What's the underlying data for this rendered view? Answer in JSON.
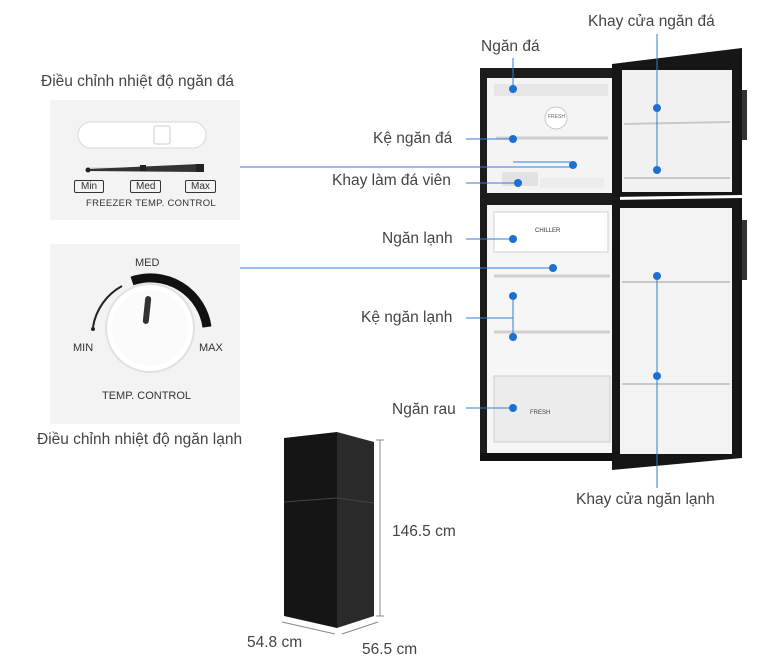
{
  "freezer_control": {
    "caption": "Điều chỉnh nhiệt độ ngăn đá",
    "labels": [
      "Min",
      "Med",
      "Max"
    ],
    "panel_title": "FREEZER TEMP. CONTROL"
  },
  "fridge_control": {
    "caption": "Điều chỉnh nhiệt độ ngăn lạnh",
    "dial_labels": {
      "min": "MIN",
      "med": "MED",
      "max": "MAX"
    },
    "panel_title": "TEMP. CONTROL"
  },
  "fridge_callouts": {
    "freezer": "Ngăn đá",
    "freezer_shelf": "Kệ ngăn đá",
    "ice_tray": "Khay làm đá viên",
    "fridge": "Ngăn lạnh",
    "fridge_shelf": "Kệ ngăn lạnh",
    "crisper": "Ngăn rau",
    "freezer_door_tray": "Khay cửa ngăn đá",
    "fridge_door_tray": "Khay cửa ngăn lạnh"
  },
  "fridge_interior_text": {
    "fresh_badge": "FRESH",
    "chiller_badge": "CHILLER",
    "crisper_badge": "FRESH"
  },
  "dimensions": {
    "height": "146.5 cm",
    "width": "54.8 cm",
    "depth": "56.5 cm"
  },
  "colors": {
    "callout_line": "#2f7fd4",
    "callout_dot": "#1f6fcf",
    "fridge_body": "#1b1b1b"
  }
}
